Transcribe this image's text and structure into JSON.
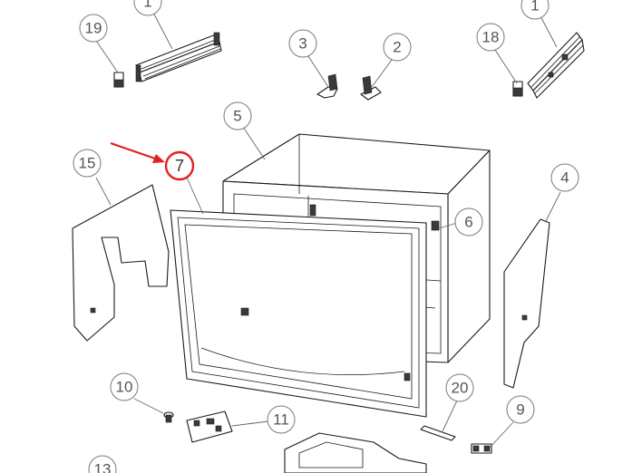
{
  "callouts": [
    {
      "id": "c1a",
      "label": "1"
    },
    {
      "id": "c19",
      "label": "19"
    },
    {
      "id": "c1b",
      "label": "1"
    },
    {
      "id": "c18",
      "label": "18"
    },
    {
      "id": "c3",
      "label": "3"
    },
    {
      "id": "c2",
      "label": "2"
    },
    {
      "id": "c5",
      "label": "5"
    },
    {
      "id": "c7",
      "label": "7",
      "highlighted": true
    },
    {
      "id": "c15",
      "label": "15"
    },
    {
      "id": "c4",
      "label": "4"
    },
    {
      "id": "c6",
      "label": "6"
    },
    {
      "id": "c10",
      "label": "10"
    },
    {
      "id": "c11",
      "label": "11"
    },
    {
      "id": "c20",
      "label": "20"
    },
    {
      "id": "c9",
      "label": "9"
    },
    {
      "id": "c13",
      "label": "13"
    }
  ],
  "colors": {
    "highlight": "#e32020",
    "line": "#1a1a1a",
    "callout_stroke": "#7a7a7a"
  }
}
